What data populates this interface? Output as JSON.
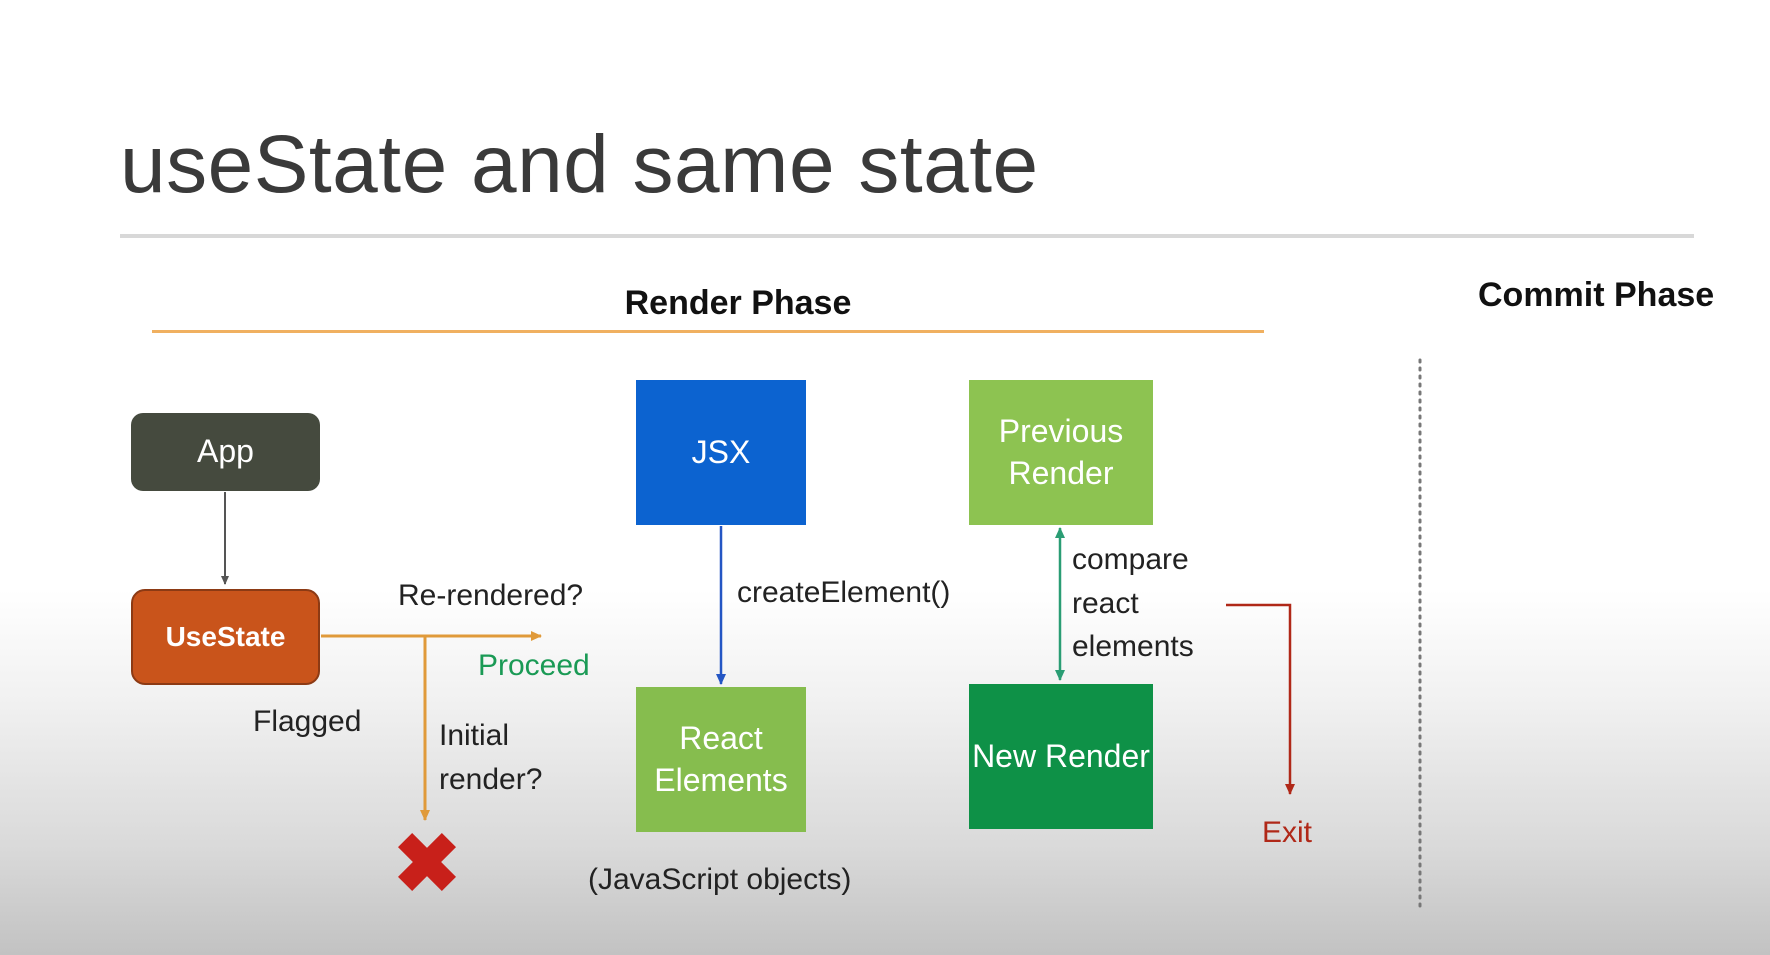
{
  "title": "useState and same state",
  "phases": {
    "render": "Render Phase",
    "commit": "Commit Phase"
  },
  "nodes": {
    "app": "App",
    "usestate": "UseState",
    "jsx": "JSX",
    "react_elements": "React Elements",
    "previous_render": "Previous Render",
    "new_render": "New Render"
  },
  "labels": {
    "flagged": "Flagged",
    "re_rendered": "Re-rendered?",
    "proceed": "Proceed",
    "initial_render": "Initial render?",
    "create_element": "createElement()",
    "js_objects": "(JavaScript objects)",
    "compare": "compare react elements",
    "exit": "Exit"
  },
  "colors": {
    "app": "#454a3e",
    "usestate": "#c9541b",
    "jsx": "#0c63d0",
    "react_elements": "#86bd4e",
    "previous_render": "#8dc351",
    "new_render": "#0e9147",
    "proceed": "#1a9a55",
    "exit": "#b02818",
    "phase_rule": "#f0b060",
    "cross": "#c8201a"
  },
  "icons": {
    "blocked": "red-x-icon"
  }
}
